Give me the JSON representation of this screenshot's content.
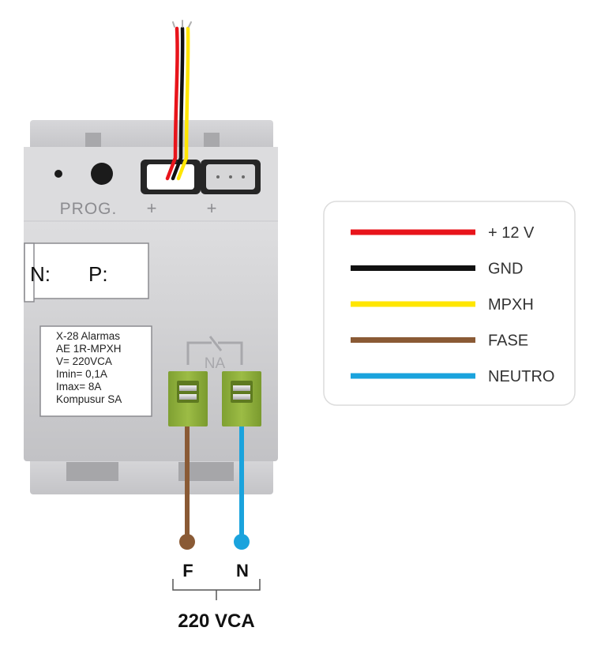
{
  "module": {
    "prog_label": "PROG.",
    "plus_1": "+",
    "plus_2": "+",
    "id_label_n": "N:",
    "id_label_p": "P:",
    "spec_lines": [
      "X-28 Alarmas",
      "AE 1R-MPXH",
      "V= 220VCA",
      "Imin= 0,1A",
      "Imax= 8A",
      "Kompusur SA"
    ],
    "relay_label": "NA"
  },
  "terminals": {
    "left_label": "F",
    "right_label": "N",
    "supply_label": "220 VCA"
  },
  "legend": {
    "items": [
      {
        "label": "+ 12 V",
        "color": "#e8141b"
      },
      {
        "label": "GND",
        "color": "#111111"
      },
      {
        "label": "MPXH",
        "color": "#ffe600"
      },
      {
        "label": "FASE",
        "color": "#8a5a35"
      },
      {
        "label": "NEUTRO",
        "color": "#1aa3dd"
      }
    ]
  },
  "colors": {
    "body_light": "#e8e8ea",
    "body_dark": "#b9b9bc",
    "terminal_green": "#92b23f",
    "wire_red": "#e8141b",
    "wire_black": "#111111",
    "wire_yellow": "#ffe600",
    "wire_brown": "#8a5a35",
    "wire_blue": "#1aa3dd"
  }
}
